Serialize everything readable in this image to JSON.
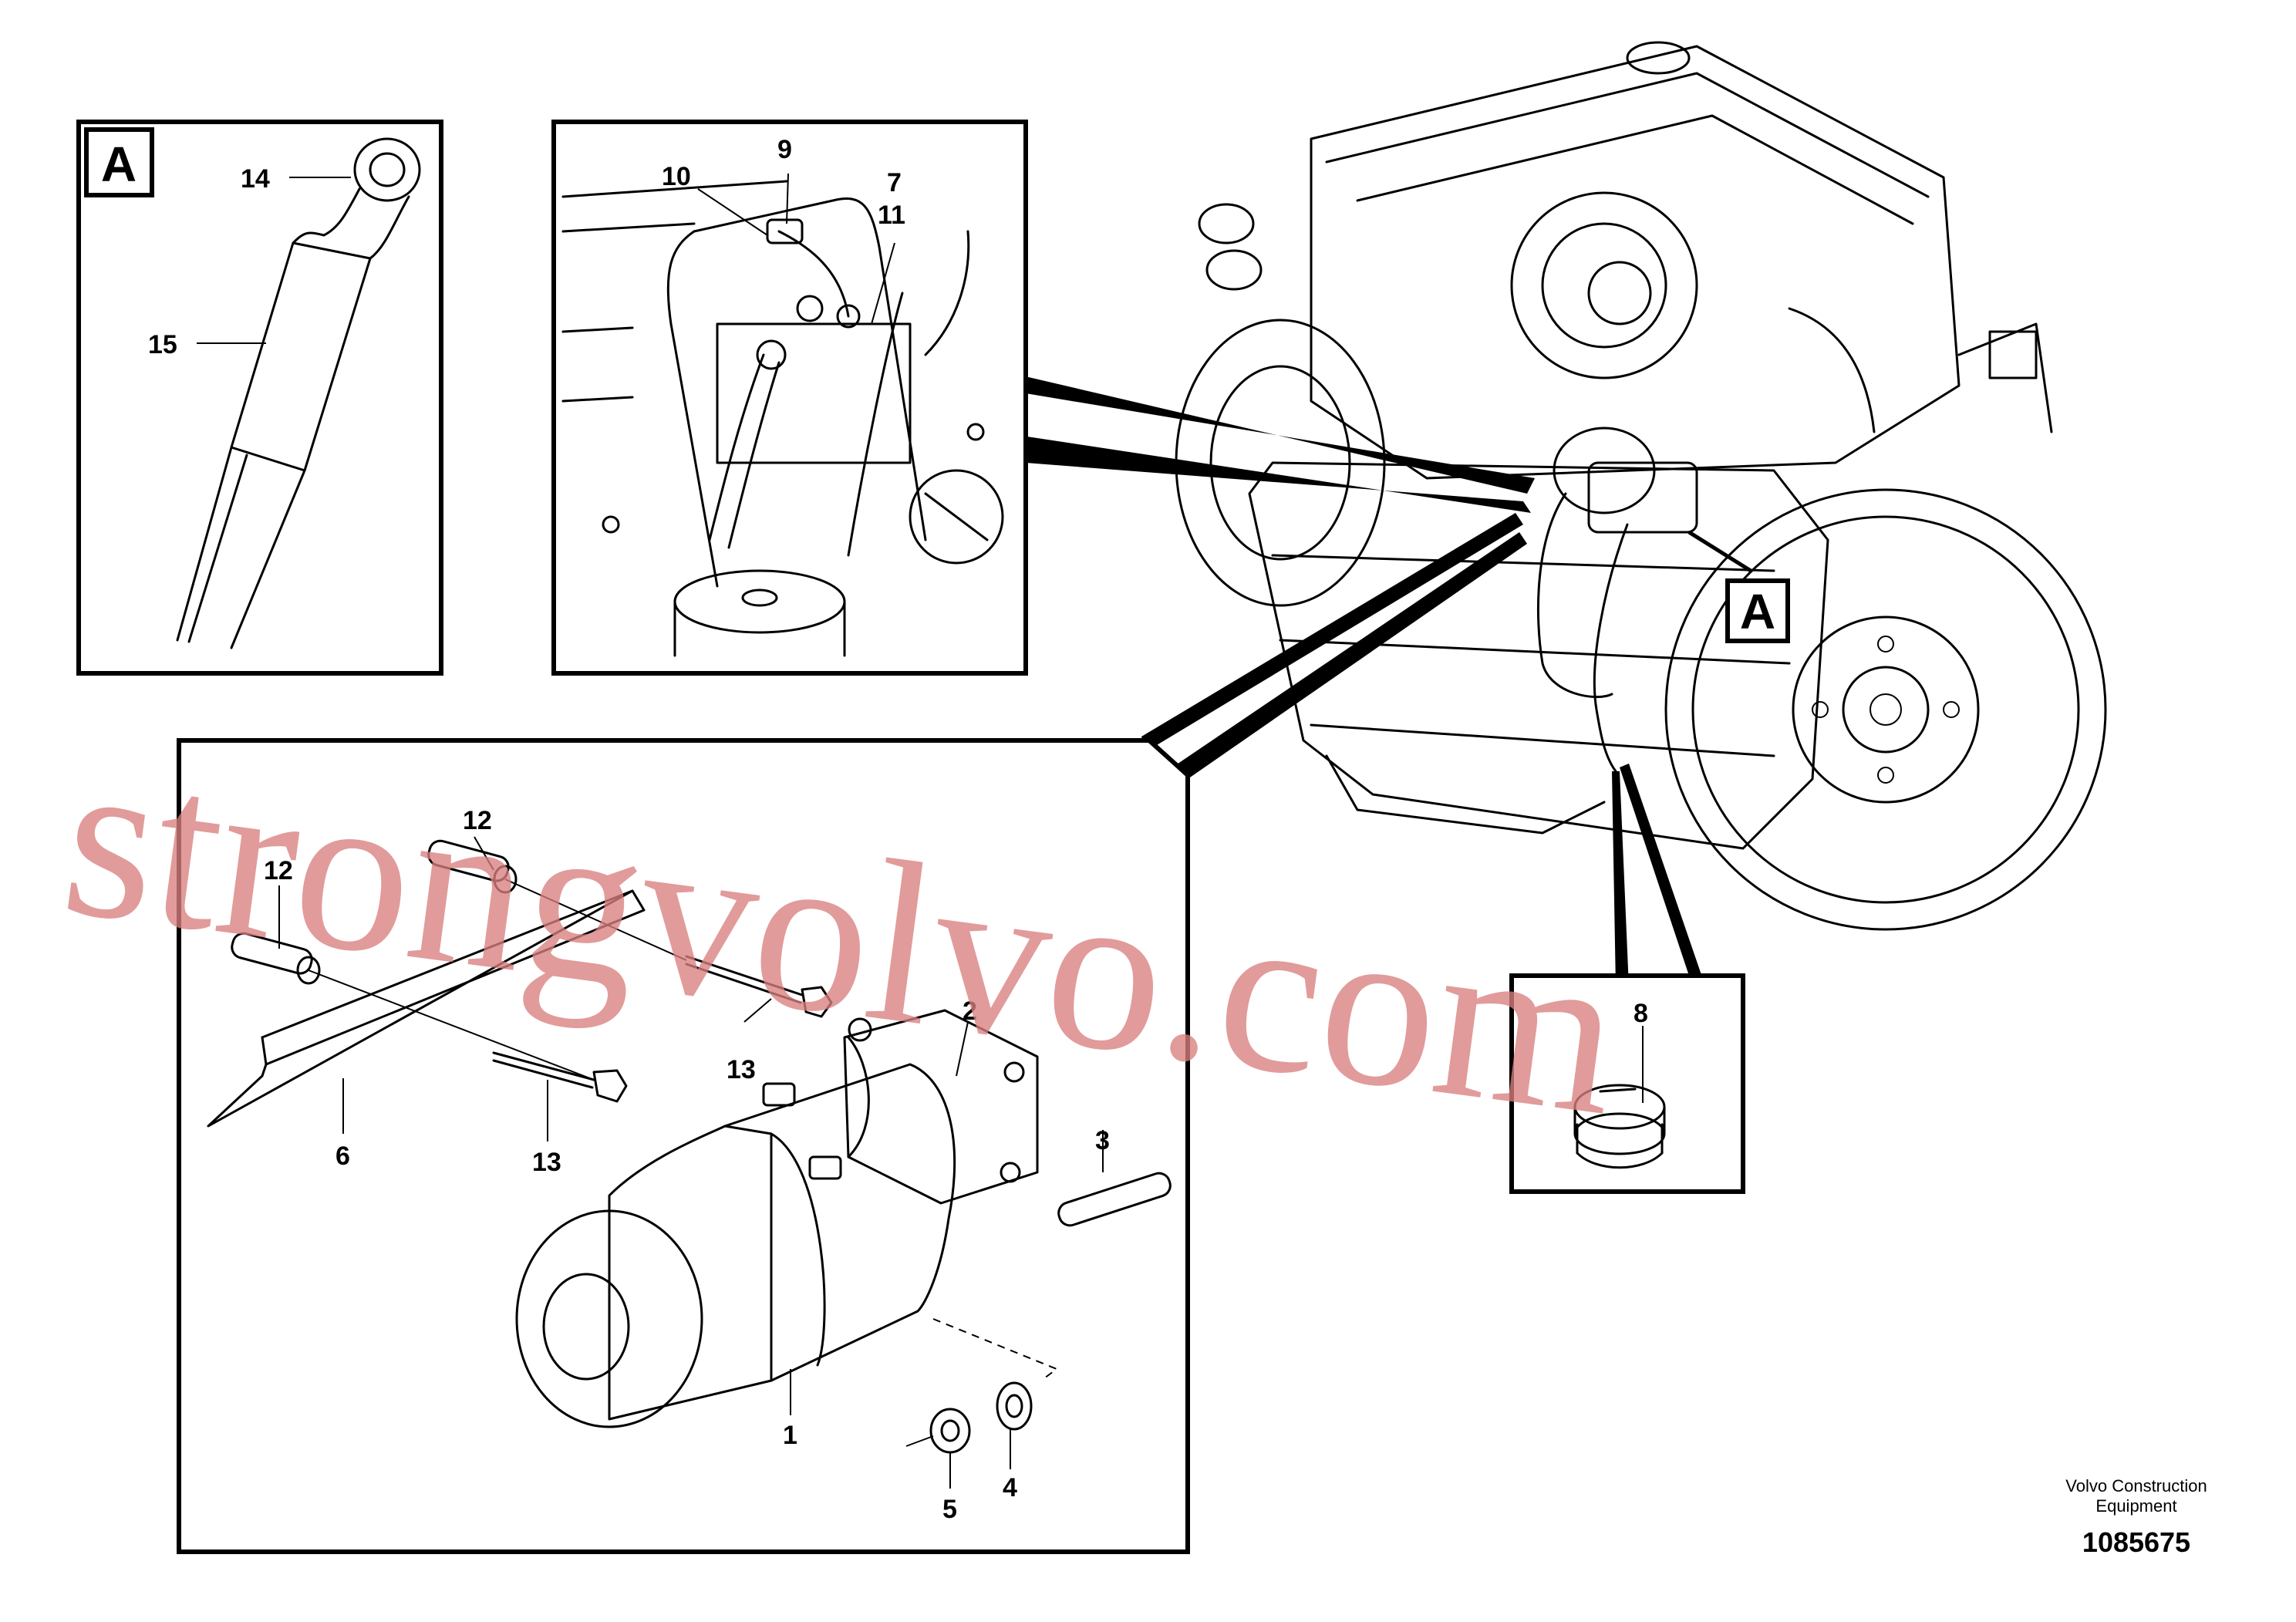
{
  "watermark": "strongvolvo.com",
  "detail_a": {
    "letter": "A",
    "callouts": [
      "14",
      "15"
    ]
  },
  "detail_wiring": {
    "callouts": [
      "10",
      "9",
      "7",
      "11"
    ]
  },
  "engine_view": {
    "marker_letter": "A"
  },
  "detail_starter": {
    "callouts": [
      "12",
      "12",
      "13",
      "13",
      "6",
      "2",
      "3",
      "1",
      "5",
      "4"
    ]
  },
  "detail_plug": {
    "callouts": [
      "8"
    ]
  },
  "footer": {
    "company_line1": "Volvo Construction",
    "company_line2": "Equipment",
    "drawing_number": "1085675"
  }
}
